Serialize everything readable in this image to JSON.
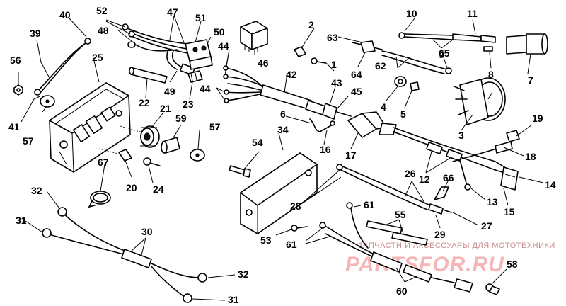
{
  "diagram": {
    "callouts": [
      "1",
      "2",
      "3",
      "4",
      "5",
      "6",
      "7",
      "8",
      "9",
      "10",
      "11",
      "12",
      "13",
      "14",
      "15",
      "16",
      "17",
      "18",
      "19",
      "20",
      "21",
      "22",
      "23",
      "24",
      "25",
      "26",
      "27",
      "28",
      "29",
      "30",
      "31",
      "31",
      "32",
      "32",
      "34",
      "39",
      "40",
      "41",
      "42",
      "43",
      "44",
      "44",
      "45",
      "46",
      "47",
      "48",
      "49",
      "50",
      "51",
      "52",
      "53",
      "54",
      "55",
      "56",
      "57",
      "57",
      "58",
      "59",
      "60",
      "61",
      "61",
      "62",
      "63",
      "64",
      "65",
      "66",
      "67"
    ]
  },
  "watermark": {
    "caption": "ЗАПЧАСТИ И АКСЕССУАРЫ ДЛЯ МОТОТЕХНИКИ",
    "logo": "PARTSFOR.RU"
  }
}
